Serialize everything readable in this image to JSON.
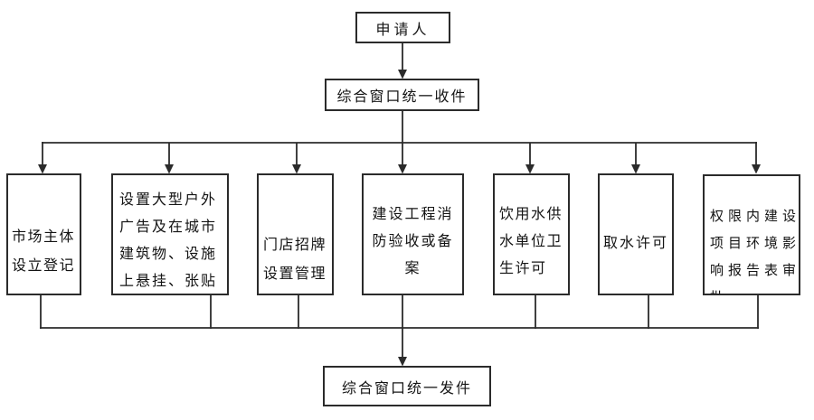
{
  "diagram": {
    "nodes": {
      "applicant": {
        "label": "申请人"
      },
      "intake": {
        "label": "综合窗口统一收件"
      },
      "dispatch": {
        "label": "综合窗口统一发件"
      },
      "branches": [
        {
          "name": "market-entity-registration",
          "lines": [
            "市场主体",
            "设立登记"
          ]
        },
        {
          "name": "outdoor-advertising-setup",
          "lines": [
            "设置大型户外",
            "广告及在城市",
            "建筑物、设施",
            "上悬挂、张贴"
          ]
        },
        {
          "name": "shop-sign-management",
          "lines": [
            "门店招牌",
            "设置管理"
          ]
        },
        {
          "name": "construction-fire-inspection",
          "lines": [
            "建设工程消",
            "防验收或备",
            "案"
          ]
        },
        {
          "name": "drinking-water-hygiene-permit",
          "lines": [
            "饮用水供",
            "水单位卫",
            "生许可"
          ]
        },
        {
          "name": "water-withdrawal-permit",
          "lines": [
            "取水许可"
          ]
        },
        {
          "name": "environmental-impact-report",
          "lines": [
            "权限内建设",
            "项目环境影",
            "响报告表审",
            "批"
          ]
        }
      ]
    },
    "colors": {
      "line": "#2b2b2b",
      "border": "#2b2b2b",
      "text": "#141414",
      "background": "#ffffff"
    }
  }
}
